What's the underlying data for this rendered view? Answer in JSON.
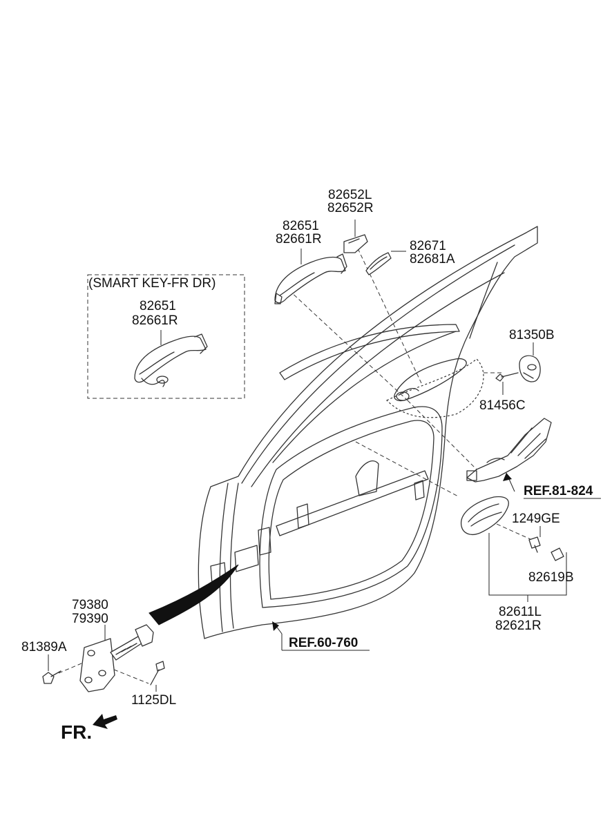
{
  "callouts": {
    "strip_l": "82652L",
    "strip_r": "82652R",
    "handle_a": "82651",
    "handle_b": "82661R",
    "cover_a": "82671",
    "cover_b": "82681A",
    "smart_title": "(SMART KEY-FR DR)",
    "smart_a": "82651",
    "smart_b": "82661R",
    "striker": "81350B",
    "striker_bolt": "81456C",
    "lock_ref": "REF.81-824",
    "screw": "1249GE",
    "cap": "82619B",
    "inner_l": "82611L",
    "inner_r": "82621R",
    "door_ref": "REF.60-760",
    "checker_a": "79380",
    "checker_b": "79390",
    "bolt_a": "81389A",
    "bolt_b": "1125DL",
    "front": "FR."
  },
  "colors": {
    "line": "#333333",
    "text": "#111111",
    "background": "#ffffff"
  }
}
